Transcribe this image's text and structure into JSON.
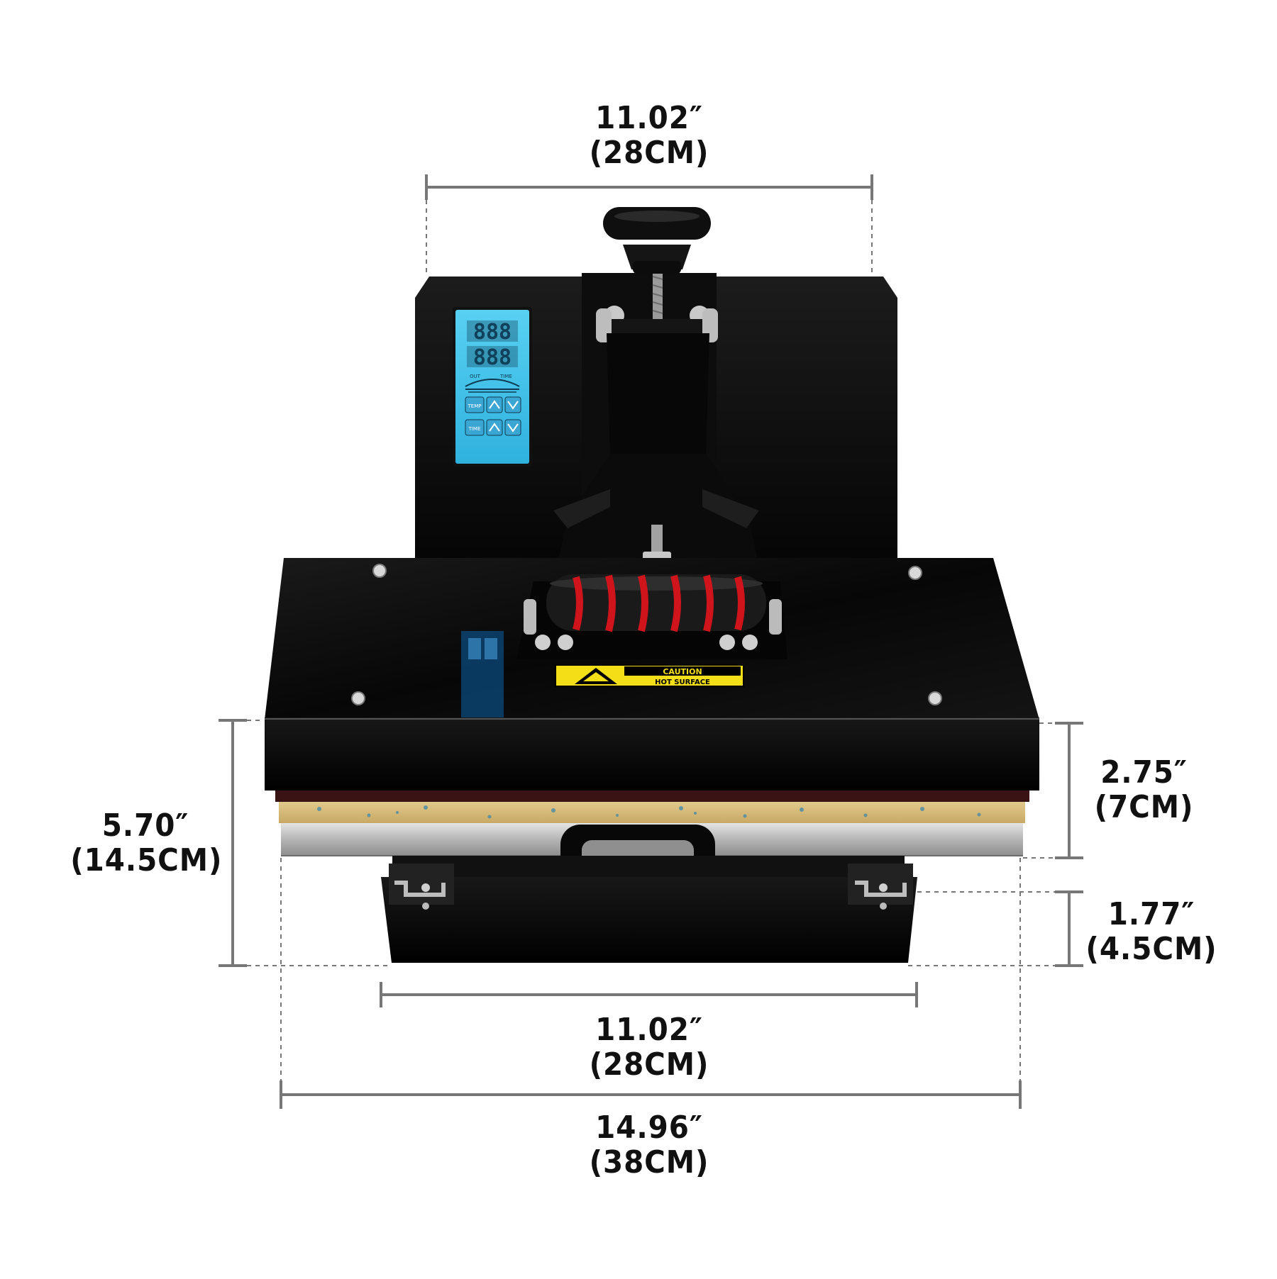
{
  "dimensions": {
    "top_width": {
      "inches": "11.02″",
      "cm": "(28CM)"
    },
    "total_height": {
      "inches": "5.70″",
      "cm": "(14.5CM)"
    },
    "upper_height": {
      "inches": "2.75″",
      "cm": "(7CM)"
    },
    "base_height": {
      "inches": "1.77″",
      "cm": "(4.5CM)"
    },
    "base_width": {
      "inches": "11.02″",
      "cm": "(28CM)"
    },
    "plate_width": {
      "inches": "14.96″",
      "cm": "(38CM)"
    }
  },
  "control_panel": {
    "digits_top": "888",
    "digits_bottom": "888",
    "label_out": "OUT",
    "label_time": "TIME",
    "button_temp": "TEMP",
    "button_time": "TIME"
  },
  "caution_label": {
    "title": "CAUTION",
    "subtitle": "HOT SURFACE"
  },
  "colors": {
    "body": "#0a0a0a",
    "lcd": "#3ec3ea",
    "grip_red": "#d0141c",
    "caution_yellow": "#f4de18",
    "dimension_line": "#777777"
  }
}
